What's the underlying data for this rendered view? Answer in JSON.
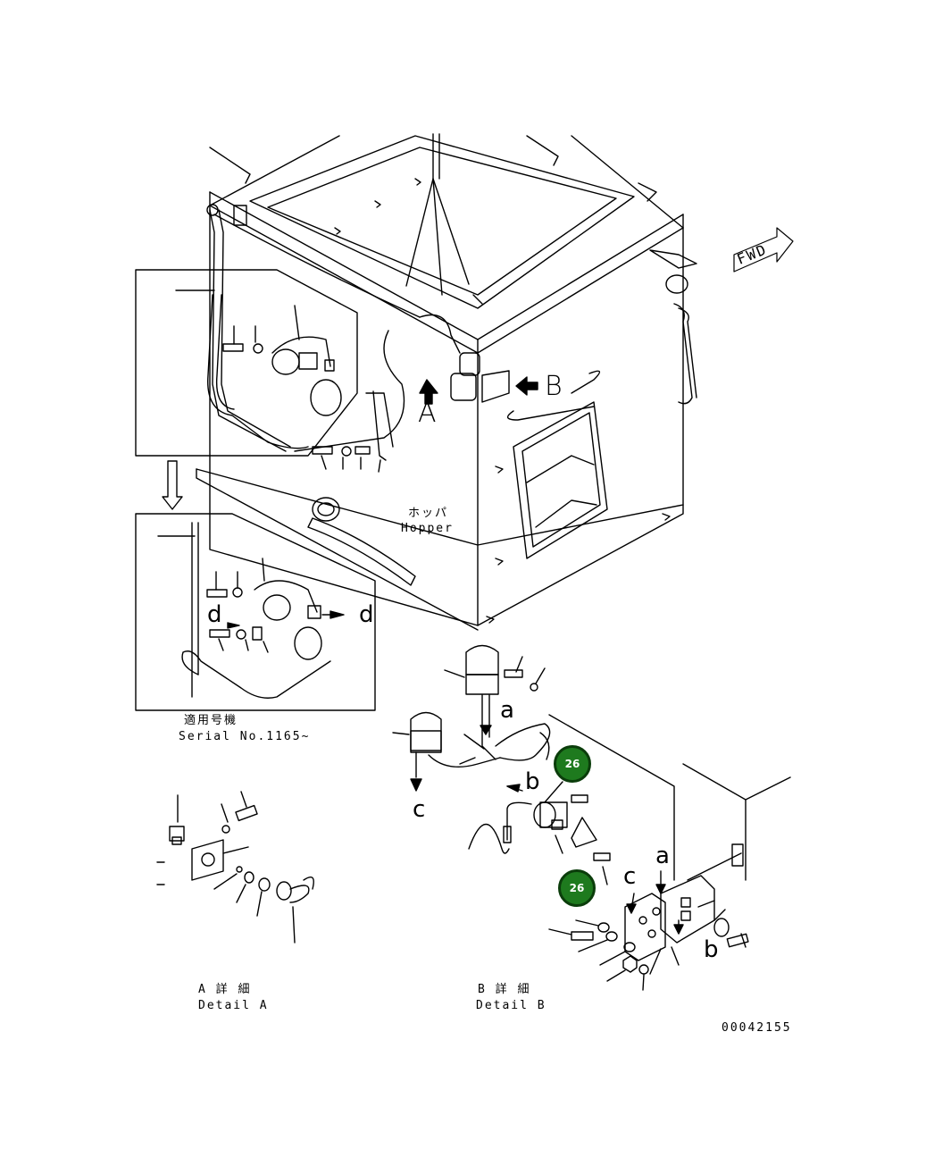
{
  "labels": {
    "fwd": "FWD",
    "hopper_jp": "ホッパ",
    "hopper_en": "Hopper",
    "view_a": "A",
    "view_b": "B",
    "serial_jp": "適用号機",
    "serial_en": "Serial No.1165~",
    "detail_a_jp": "A 詳 細",
    "detail_a_en": "Detail A",
    "detail_b_jp": "B 詳 細",
    "detail_b_en": "Detail B",
    "drawing_number": "00042155",
    "mark_a1": "a",
    "mark_a2": "a",
    "mark_b1": "b",
    "mark_b2": "b",
    "mark_c1": "c",
    "mark_c2": "c",
    "mark_d1": "d",
    "mark_d2": "d"
  },
  "callouts": [
    {
      "label": "26"
    },
    {
      "label": "26"
    }
  ],
  "colors": {
    "callout_fill": "#1e7a1e",
    "line": "#000000",
    "background": "#ffffff"
  }
}
